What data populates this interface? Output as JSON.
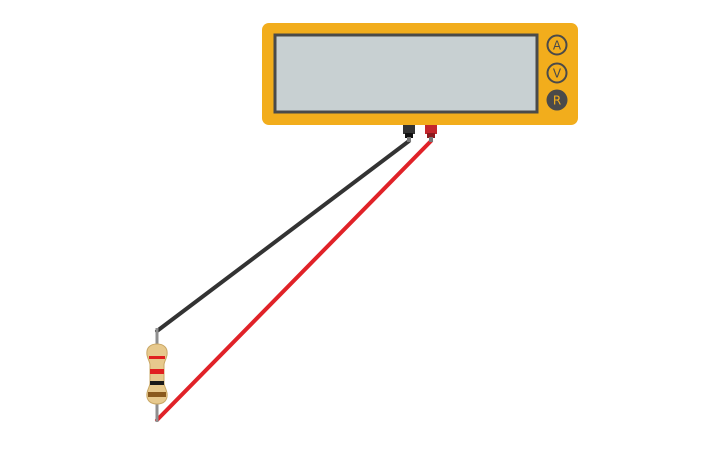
{
  "multimeter": {
    "display_value": "",
    "modes": {
      "ammeter": "A",
      "voltmeter": "V",
      "ohmmeter": "R"
    },
    "active_mode": "ohmmeter",
    "body_color": "#f2ad1c",
    "screen_color": "#c8d0d2",
    "active_button_color": "#4a4a4a"
  },
  "wires": {
    "negative_color": "#333333",
    "positive_color": "#e02228"
  },
  "resistor": {
    "body_color": "#e7c98d",
    "band_colors": [
      "#e02020",
      "#1a1a1a",
      "#e02020",
      "#8a5a1e"
    ]
  }
}
